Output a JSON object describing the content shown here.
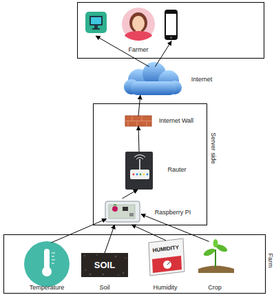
{
  "diagram": {
    "nodes": [
      {
        "text": [
          "Farmer"
        ]
      },
      {
        "text": [
          "Internet"
        ]
      },
      {
        "text": [
          "Server side"
        ]
      },
      {
        "text": [
          "Internet Wall"
        ],
        "in": 2
      },
      {
        "text": [
          "Rauter"
        ],
        "in": 2
      },
      {
        "text": [
          "Raspberry PI"
        ],
        "in": 2
      },
      {
        "text": [
          "Farm"
        ]
      },
      {
        "text": [
          "Temperature"
        ],
        "in": 6
      },
      {
        "text": [
          "SOIL",
          "Soil"
        ],
        "in": 6
      },
      {
        "text": [
          "HUMIDITY",
          "Humidity"
        ],
        "in": 6
      },
      {
        "text": [
          "Crop"
        ],
        "in": 6
      }
    ],
    "edges": [
      {
        "from": 1,
        "to": 0,
        "arrow": "to"
      },
      {
        "from": 1,
        "to": 0,
        "arrow": "to"
      },
      {
        "from": 3,
        "to": 1,
        "arrow": "to"
      },
      {
        "from": 4,
        "to": 3,
        "arrow": "to"
      },
      {
        "from": 5,
        "to": 4,
        "arrow": "to"
      },
      {
        "from": 7,
        "to": 5,
        "arrow": "to"
      },
      {
        "from": 8,
        "to": 5,
        "arrow": "to"
      },
      {
        "from": 9,
        "to": 5,
        "arrow": "to"
      },
      {
        "from": 10,
        "to": 5,
        "arrow": "to"
      }
    ]
  }
}
